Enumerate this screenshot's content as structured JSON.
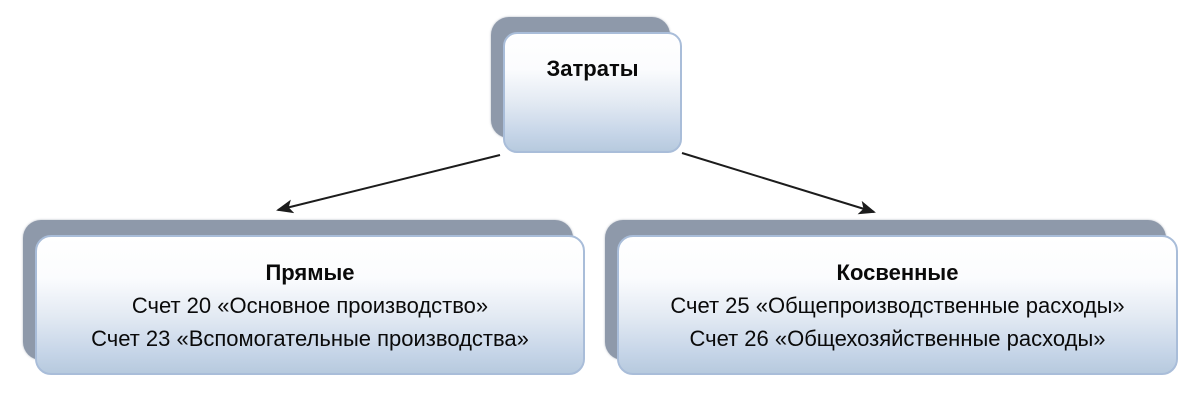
{
  "diagram": {
    "nodes": [
      {
        "id": "root",
        "title": "Затраты",
        "lines": []
      },
      {
        "id": "direct",
        "title": "Прямые",
        "lines": [
          "Счет 20 «Основное производство»",
          "Счет 23 «Вспомогательные производства»"
        ]
      },
      {
        "id": "indirect",
        "title": "Косвенные",
        "lines": [
          "Счет 25 «Общепроизводственные расходы»",
          "Счет 26 «Общехозяйственные расходы»"
        ]
      }
    ],
    "connectors": [
      {
        "from": "root",
        "to": "direct"
      },
      {
        "from": "root",
        "to": "indirect"
      }
    ],
    "colors": {
      "card_gradient_top": "#ffffff",
      "card_gradient_bottom": "#b7cade",
      "card_border": "#a9bdd9",
      "card_shadow": "#8e99aa",
      "arrow": "#1c1c1c",
      "text": "#0a0a0a",
      "background": "#ffffff"
    }
  }
}
